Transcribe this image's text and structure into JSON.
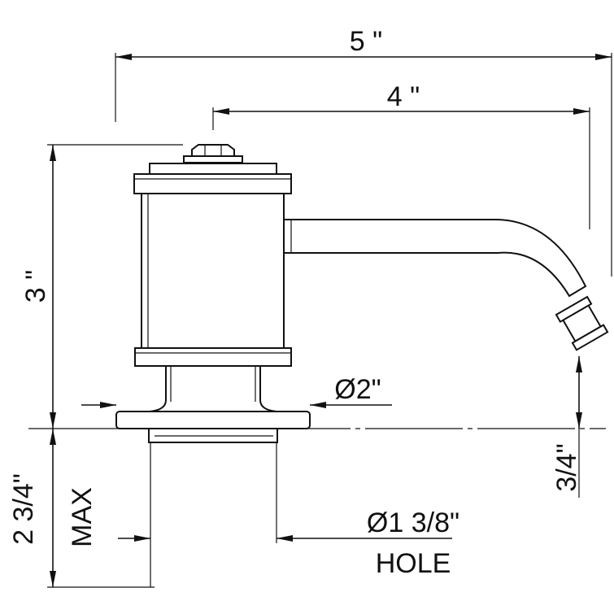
{
  "diagram": {
    "labels": {
      "overall_width": "5 \"",
      "spout_reach": "4 \"",
      "height": "3 \"",
      "spout_height": "3/4\"",
      "base_diameter": "Ø2\"",
      "hole_diameter": "Ø1 3/8\"",
      "hole_label": "HOLE",
      "max_thickness_value": "2 3/4\"",
      "max_thickness_label": "MAX"
    },
    "colors": {
      "line": "#111111",
      "background": "#ffffff"
    }
  }
}
